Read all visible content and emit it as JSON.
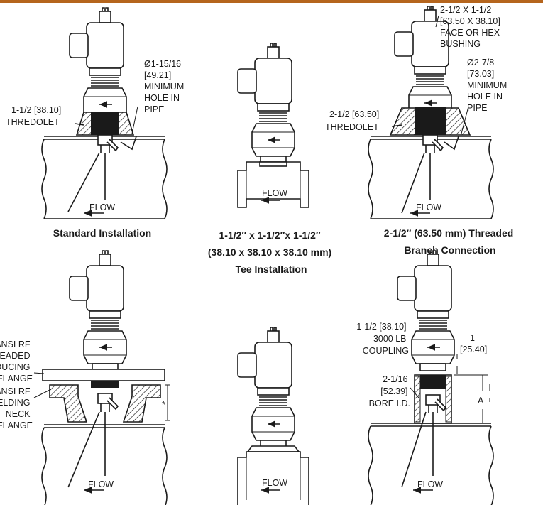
{
  "colors": {
    "accent_bar": "#b5651d",
    "ink": "#1a1a1a"
  },
  "panels": {
    "standard": {
      "caption": "Standard Installation",
      "label_hole": [
        "Ø1-15/16",
        "[49.21]",
        "MINIMUM",
        "HOLE IN",
        "PIPE"
      ],
      "label_thredolet": [
        "1-1/2 [38.10]",
        "THREDOLET"
      ],
      "flow": "FLOW"
    },
    "tee": {
      "caption": [
        "1-1/2″ x 1-1/2″x 1-1/2″",
        "(38.10 x 38.10 x 38.10 mm)",
        "Tee Installation"
      ],
      "flow": "FLOW"
    },
    "threaded_branch": {
      "caption": [
        "2-1/2″ (63.50 mm) Threaded",
        "Branch Connection"
      ],
      "label_bushing": [
        "2-1/2 X 1-1/2",
        "[63.50 X 38.10]",
        "FACE OR HEX",
        "BUSHING"
      ],
      "label_hole": [
        "Ø2-7/8",
        "[73.03]",
        "MINIMUM",
        "HOLE IN",
        "PIPE"
      ],
      "label_thredolet": [
        "2-1/2 [63.50]",
        "THREDOLET"
      ],
      "flow": "FLOW"
    },
    "flange": {
      "label_reducing": [
        "ANSI RF",
        "THREADED",
        "REDUCING",
        "FLANGE"
      ],
      "label_welding": [
        "ANSI RF",
        "WELDING",
        "NECK",
        "FLANGE"
      ],
      "star": "*",
      "flow": "FLOW"
    },
    "tee_union": {
      "flow": "FLOW"
    },
    "coupling": {
      "label_coupling": [
        "1-1/2 [38.10]",
        "3000 LB",
        "COUPLING"
      ],
      "label_dim1": [
        "1",
        "[25.40]"
      ],
      "label_bore": [
        "2-1/16",
        "[52.39]",
        "BORE I.D."
      ],
      "label_a": "A",
      "flow": "FLOW"
    }
  }
}
